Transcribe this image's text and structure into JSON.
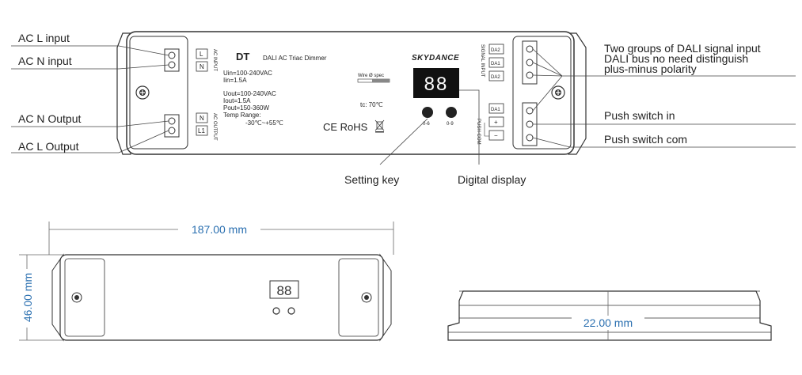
{
  "callouts": {
    "ac_l_input": "AC L input",
    "ac_n_input": "AC N input",
    "ac_n_output": "AC N Output",
    "ac_l_output": "AC L Output",
    "dali_line1": "Two groups of DALI signal input",
    "dali_line2": "DALI bus no need distinguish",
    "dali_line3": "plus-minus polarity",
    "push_in": "Push switch in",
    "push_com": "Push switch com",
    "setting_key": "Setting key",
    "digital_display": "Digital display"
  },
  "device": {
    "model": "DT",
    "description": "DALI AC Triac Dimmer",
    "brand": "SKYDANCE",
    "uin": "Uin=100-240VAC",
    "iin": "Iin=1.5A",
    "uout": "Uout=100-240VAC",
    "iout": "Iout=1.5A",
    "pout": "Pout=150-360W",
    "temp_label": "Temp Range:",
    "temp_value": "-30℃~+55℃",
    "tc": "tc: 70℃",
    "certs": "CE RoHS",
    "display_value": "88",
    "key1": "0-6",
    "key2": "0-9",
    "term_l": "L",
    "term_n_in": "N",
    "term_n_out": "N",
    "term_l1": "L1",
    "term_da2_top": "DA2",
    "term_da1_top": "DA1",
    "term_da2_mid": "DA2",
    "term_da1_bot": "DA1",
    "term_plus": "+",
    "term_minus": "−",
    "signal_input": "SIGNAL INPUT",
    "push_com_label": "PUSH-COM",
    "ac_input_tag": "AC INPUT",
    "ac_output_tag": "AC OUTPUT",
    "wire_spec": "Wire Ø spec",
    "display_small": "88"
  },
  "dimensions": {
    "length": "187.00 mm",
    "width": "46.00 mm",
    "height": "22.00 mm"
  },
  "colors": {
    "outline": "#333333",
    "dimension": "#2a6fb0",
    "display_bg": "#111111",
    "display_segment": "#ffffff"
  }
}
